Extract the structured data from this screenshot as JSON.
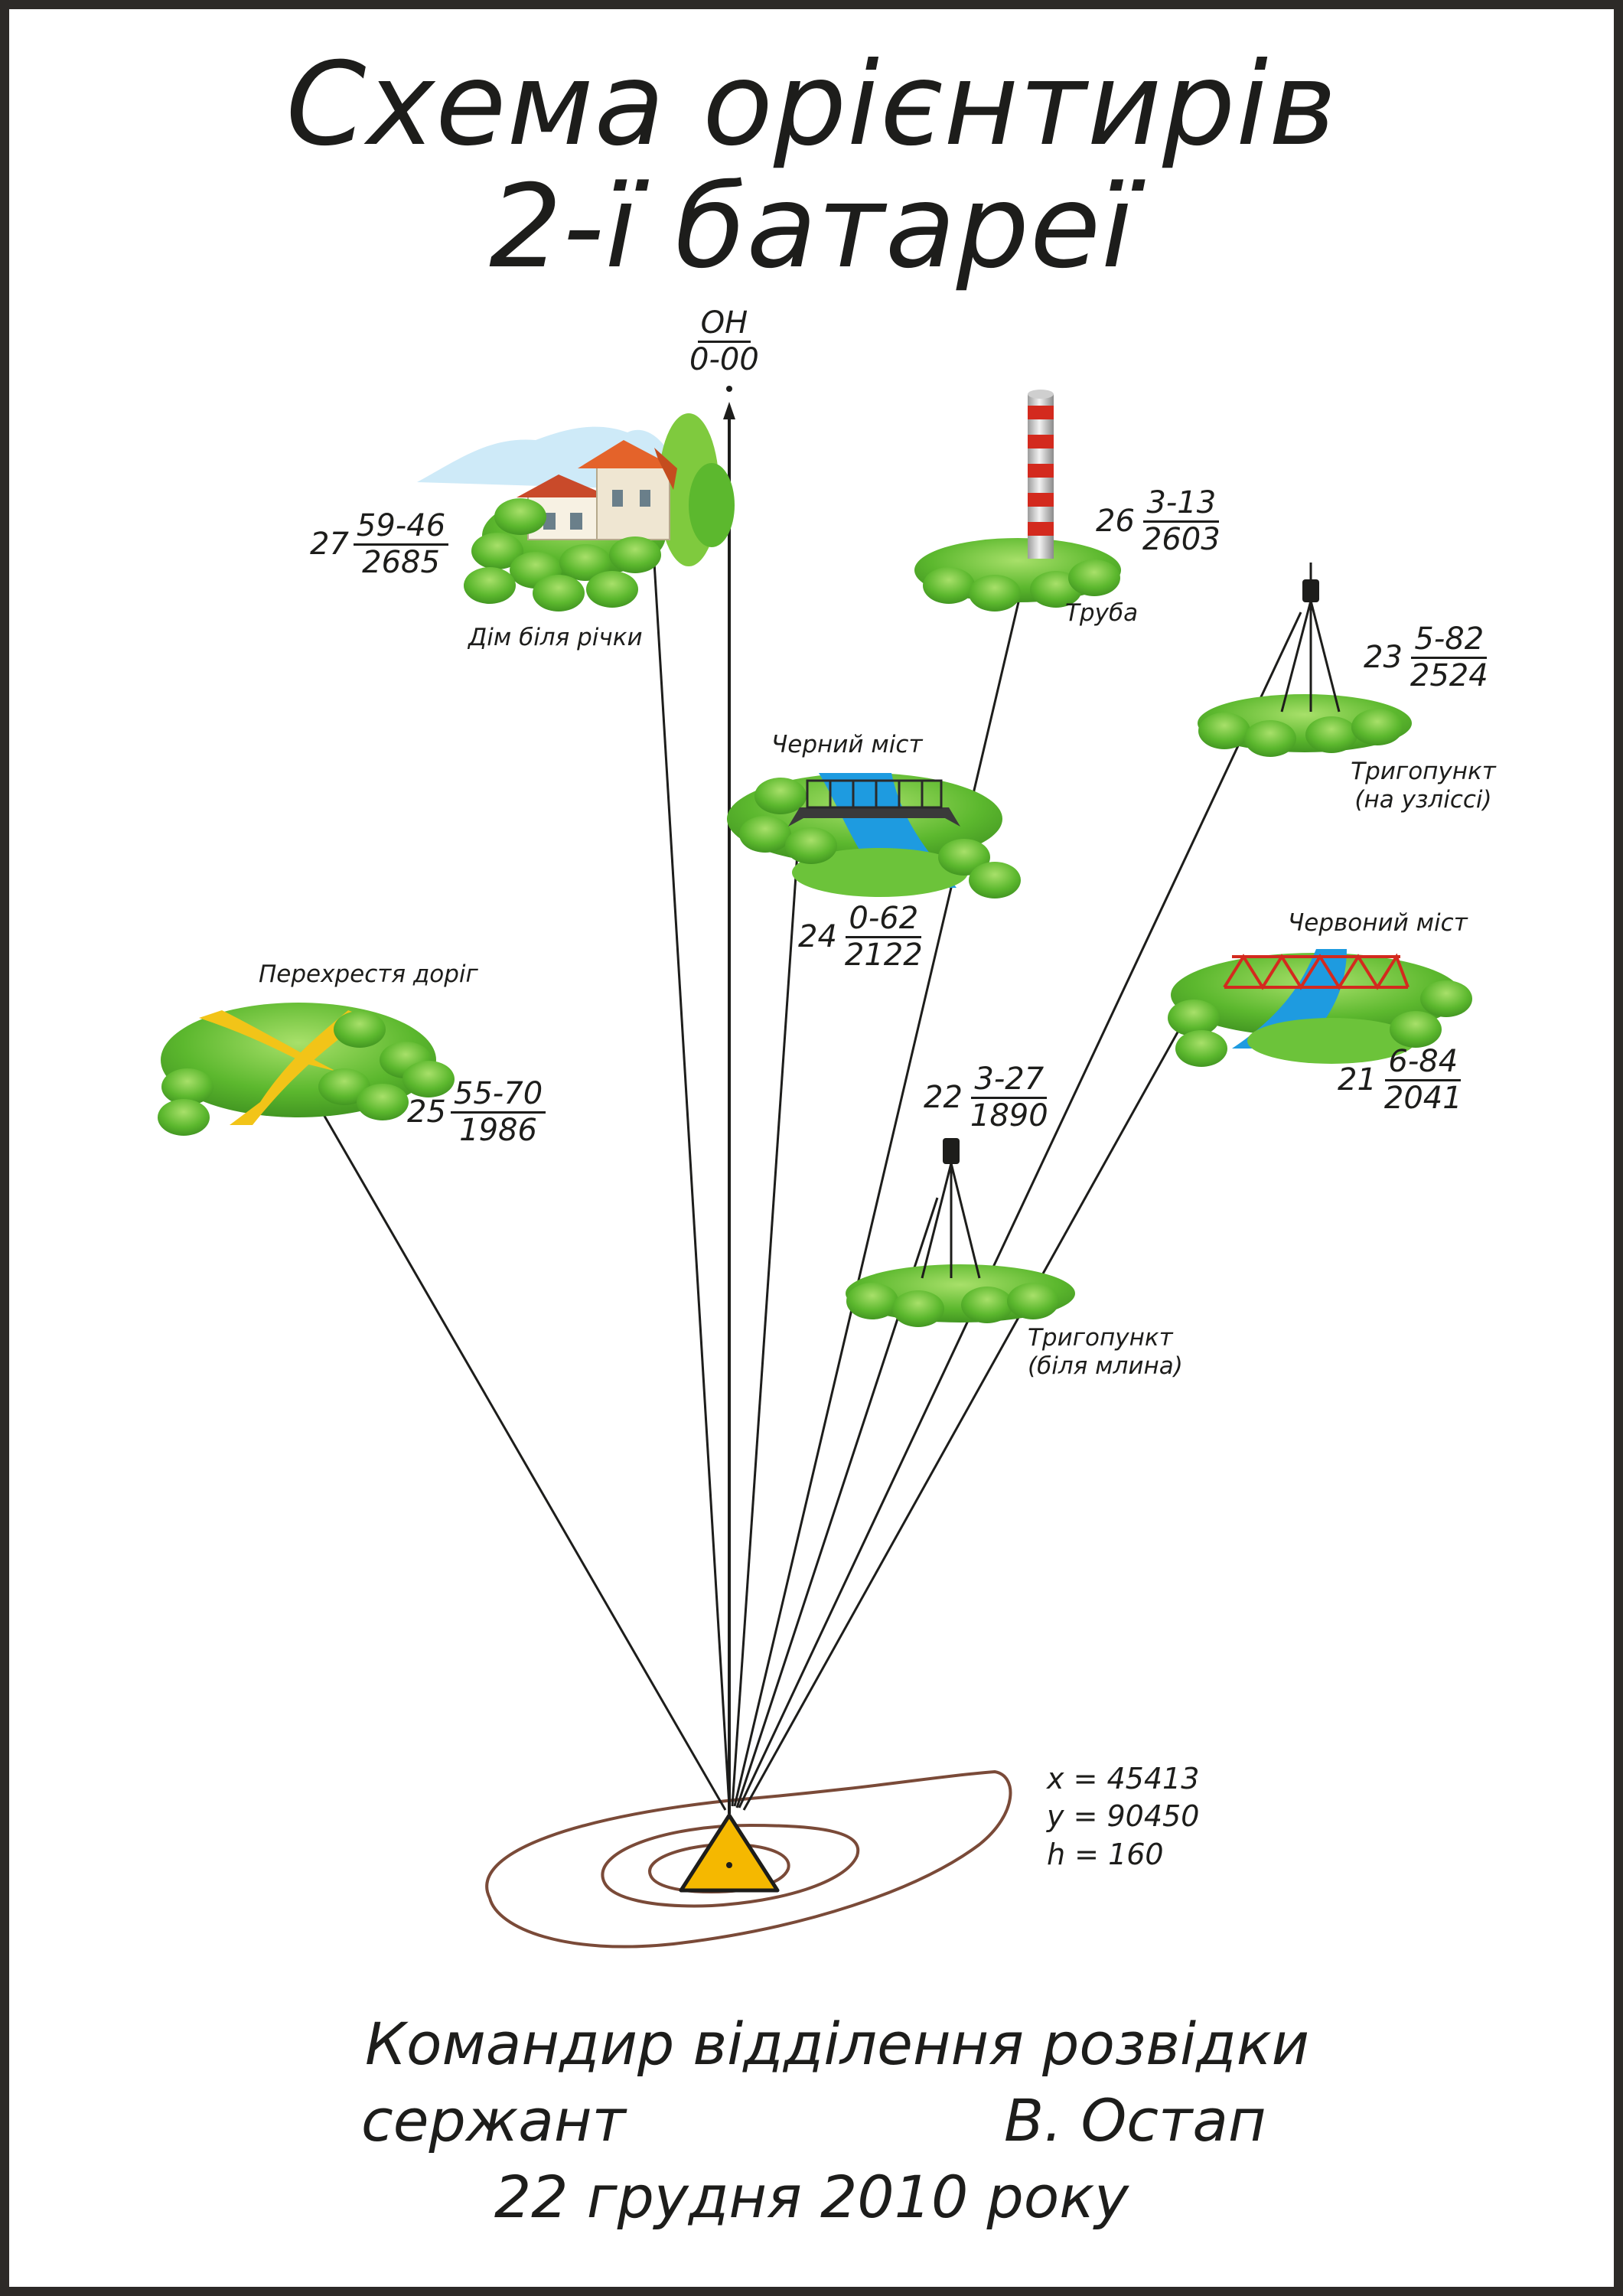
{
  "title": {
    "line1": "Схема орієнтирів",
    "line2": "2-ї батареї"
  },
  "main_direction": {
    "label": "ОН",
    "value": "0-00"
  },
  "landmarks": [
    {
      "id": "27",
      "name": "Дім біля річки",
      "top": "59-46",
      "bottom": "2685",
      "icon": "house-icon"
    },
    {
      "id": "26",
      "name": "Труба",
      "top": "3-13",
      "bottom": "2603",
      "icon": "chimney-icon"
    },
    {
      "id": "23",
      "name": "Тригопункт",
      "name2": "(на узліссі)",
      "top": "5-82",
      "bottom": "2524",
      "icon": "trig-point-icon"
    },
    {
      "id": "24",
      "name": "Черний міст",
      "top": "0-62",
      "bottom": "2122",
      "icon": "black-bridge-icon"
    },
    {
      "id": "25",
      "name": "Перехрестя доріг",
      "top": "55-70",
      "bottom": "1986",
      "icon": "crossroads-icon"
    },
    {
      "id": "21",
      "name": "Червоний міст",
      "top": "6-84",
      "bottom": "2041",
      "icon": "red-bridge-icon"
    },
    {
      "id": "22",
      "name": "Тригопункт",
      "name2": "(біля млина)",
      "top": "3-27",
      "bottom": "1890",
      "icon": "trig-point-icon"
    }
  ],
  "position": {
    "x": "x = 45413",
    "y": "y = 90450",
    "h": "h = 160",
    "icon": "observation-post-triangle-icon"
  },
  "footer": {
    "line1": "Командир відділення розвідки",
    "rank": "сержант",
    "name": "В. Остап",
    "date": "22 грудня 2010 року"
  },
  "colors": {
    "grass": "#5cb82e",
    "grass_light": "#8fd14f",
    "water": "#1e9be0",
    "road": "#f2c418",
    "triangle": "#f5b800",
    "contour": "#7a4a38",
    "red": "#d32a1e",
    "roof": "#e4632a"
  }
}
